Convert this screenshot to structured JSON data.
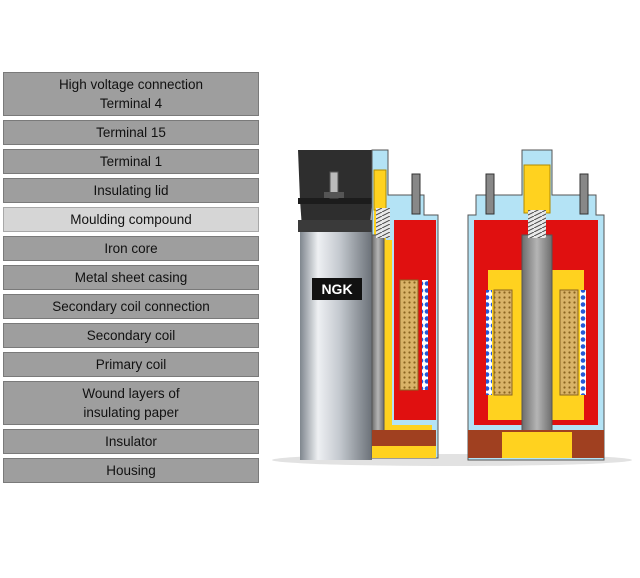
{
  "buttons": [
    {
      "line1": "High voltage connection",
      "line2": "Terminal 4",
      "active": false
    },
    {
      "line1": "Terminal 15",
      "line2": "",
      "active": false
    },
    {
      "line1": "Terminal 1",
      "line2": "",
      "active": false
    },
    {
      "line1": "Insulating lid",
      "line2": "",
      "active": false
    },
    {
      "line1": "Moulding compound",
      "line2": "",
      "active": true
    },
    {
      "line1": "Iron core",
      "line2": "",
      "active": false
    },
    {
      "line1": "Metal sheet casing",
      "line2": "",
      "active": false
    },
    {
      "line1": "Secondary coil connection",
      "line2": "",
      "active": false
    },
    {
      "line1": "Secondary coil",
      "line2": "",
      "active": false
    },
    {
      "line1": "Primary coil",
      "line2": "",
      "active": false
    },
    {
      "line1": "Wound layers of",
      "line2": "insulating paper",
      "active": false
    },
    {
      "line1": "Insulator",
      "line2": "",
      "active": false
    },
    {
      "line1": "Housing",
      "line2": "",
      "active": false
    }
  ],
  "diagram": {
    "brand_logo": "NGK",
    "colors": {
      "moulding_compound": "#e01010",
      "insulator": "#ffd21f",
      "housing": "#b4e3f5",
      "insulating_lid": "#a04020",
      "iron_core": "#8a8a8a",
      "secondary_coil": "#d8b060",
      "primary_coil": "#2458d8",
      "casing_exterior": "#c8ccd2",
      "cap": "#2e2e2e"
    }
  }
}
